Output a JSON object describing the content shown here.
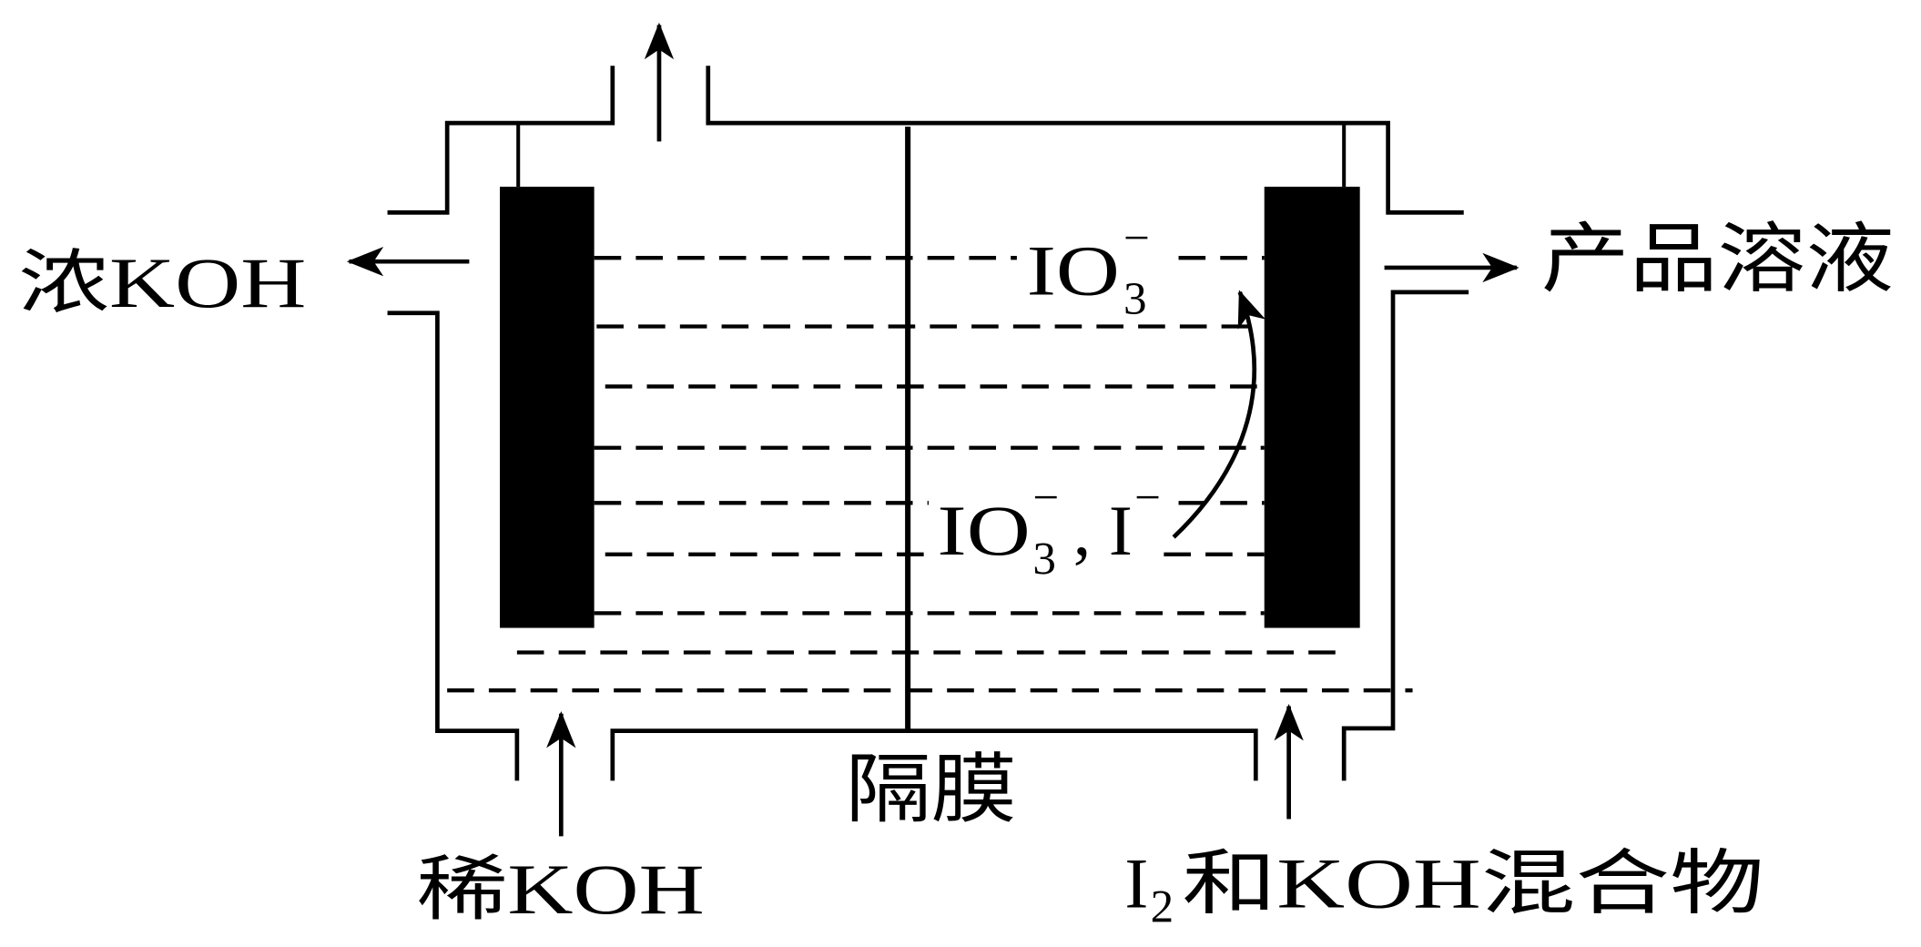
{
  "labels": {
    "left_outlet": "浓KOH",
    "right_outlet": "产品溶液",
    "left_inlet": "稀KOH",
    "membrane": "隔膜",
    "right_inlet": {
      "a": "I",
      "sub": "2",
      "b": "和KOH混合物"
    },
    "upper_ion": {
      "a": "IO",
      "sub": "3",
      "sup": "−"
    },
    "lower_ions": {
      "a": "IO",
      "sub": "3",
      "sup": "−",
      "sep": ",",
      "b": "I",
      "sup2": "−"
    }
  },
  "colors": {
    "ink": "#000000",
    "background": "#ffffff"
  }
}
